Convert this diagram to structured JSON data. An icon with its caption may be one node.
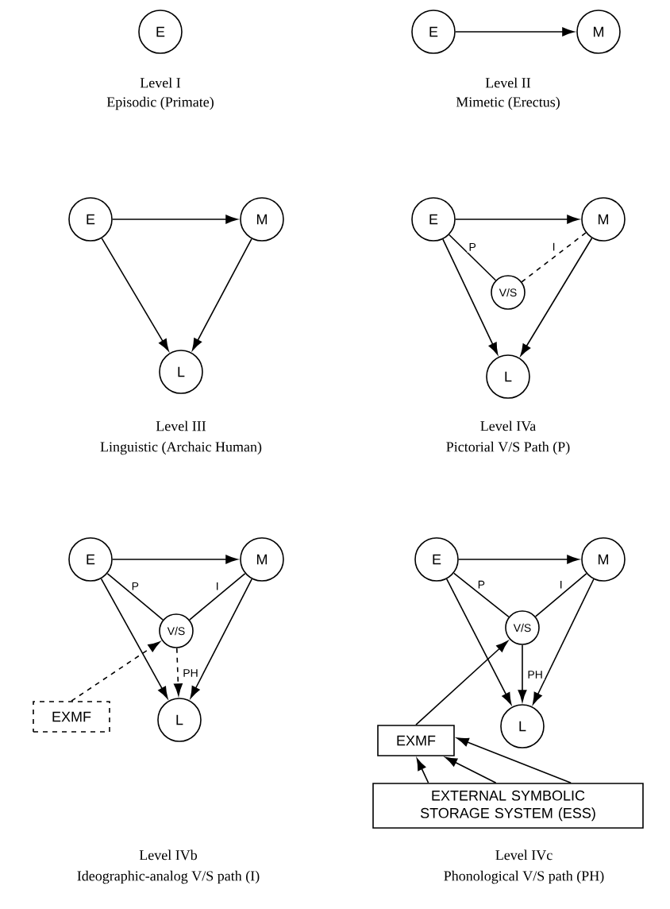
{
  "diagram": {
    "nodes": [
      {
        "text": [
          "E"
        ]
      },
      {
        "text": [
          "E"
        ]
      },
      {
        "text": [
          "M"
        ]
      },
      {
        "text": [
          "E"
        ]
      },
      {
        "text": [
          "M"
        ]
      },
      {
        "text": [
          "L"
        ]
      },
      {
        "text": [
          "E"
        ]
      },
      {
        "text": [
          "M"
        ]
      },
      {
        "text": [
          "V/S"
        ]
      },
      {
        "text": [
          "L"
        ]
      },
      {
        "text": [
          "E"
        ]
      },
      {
        "text": [
          "M"
        ]
      },
      {
        "text": [
          "V/S"
        ]
      },
      {
        "text": [
          "L"
        ]
      },
      {
        "text": [
          "EXMF"
        ]
      },
      {
        "text": [
          "E"
        ]
      },
      {
        "text": [
          "M"
        ]
      },
      {
        "text": [
          "V/S"
        ]
      },
      {
        "text": [
          "L"
        ]
      },
      {
        "text": [
          "EXMF"
        ]
      },
      {
        "text": [
          "EXTERNAL SYMBOLIC STORAGE SYSTEM (ESS)"
        ]
      }
    ],
    "edges": [
      {
        "from": 1,
        "to": 2,
        "arrow": "to"
      },
      {
        "from": 3,
        "to": 4,
        "arrow": "to"
      },
      {
        "from": 3,
        "to": 5,
        "arrow": "to"
      },
      {
        "from": 4,
        "to": 5,
        "arrow": "to"
      },
      {
        "from": 6,
        "to": 7,
        "arrow": "to"
      },
      {
        "from": 6,
        "to": 9,
        "arrow": "to"
      },
      {
        "from": 7,
        "to": 9,
        "arrow": "to"
      },
      {
        "from": 6,
        "to": 8,
        "arrow": "none",
        "label": "P"
      },
      {
        "from": 7,
        "to": 8,
        "arrow": "none",
        "label": "I",
        "style": "dashed"
      },
      {
        "from": 10,
        "to": 11,
        "arrow": "to"
      },
      {
        "from": 10,
        "to": 13,
        "arrow": "to"
      },
      {
        "from": 11,
        "to": 13,
        "arrow": "to"
      },
      {
        "from": 10,
        "to": 12,
        "arrow": "none",
        "label": "P"
      },
      {
        "from": 11,
        "to": 12,
        "arrow": "none",
        "label": "I"
      },
      {
        "from": 12,
        "to": 13,
        "arrow": "to",
        "label": "PH",
        "style": "dashed"
      },
      {
        "from": 14,
        "to": 12,
        "arrow": "to",
        "style": "dashed"
      },
      {
        "from": 15,
        "to": 16,
        "arrow": "to"
      },
      {
        "from": 15,
        "to": 18,
        "arrow": "to"
      },
      {
        "from": 16,
        "to": 18,
        "arrow": "to"
      },
      {
        "from": 15,
        "to": 17,
        "arrow": "none",
        "label": "P"
      },
      {
        "from": 16,
        "to": 17,
        "arrow": "none",
        "label": "I"
      },
      {
        "from": 17,
        "to": 18,
        "arrow": "to",
        "label": "PH"
      },
      {
        "from": 19,
        "to": 17,
        "arrow": "to"
      },
      {
        "from": 20,
        "to": 19,
        "arrow": "to"
      },
      {
        "from": 20,
        "to": 19,
        "arrow": "to"
      },
      {
        "from": 20,
        "to": 19,
        "arrow": "to"
      }
    ],
    "labels": [
      "Level I",
      "Episodic (Primate)",
      "Level II",
      "Mimetic (Erectus)",
      "Level III",
      "Linguistic (Archaic Human)",
      "Level IVa",
      "Pictorial V/S Path (P)",
      "Level IVb",
      "Ideographic-analog V/S path (I)",
      "Level IVc",
      "Phonological V/S path (PH)"
    ]
  }
}
